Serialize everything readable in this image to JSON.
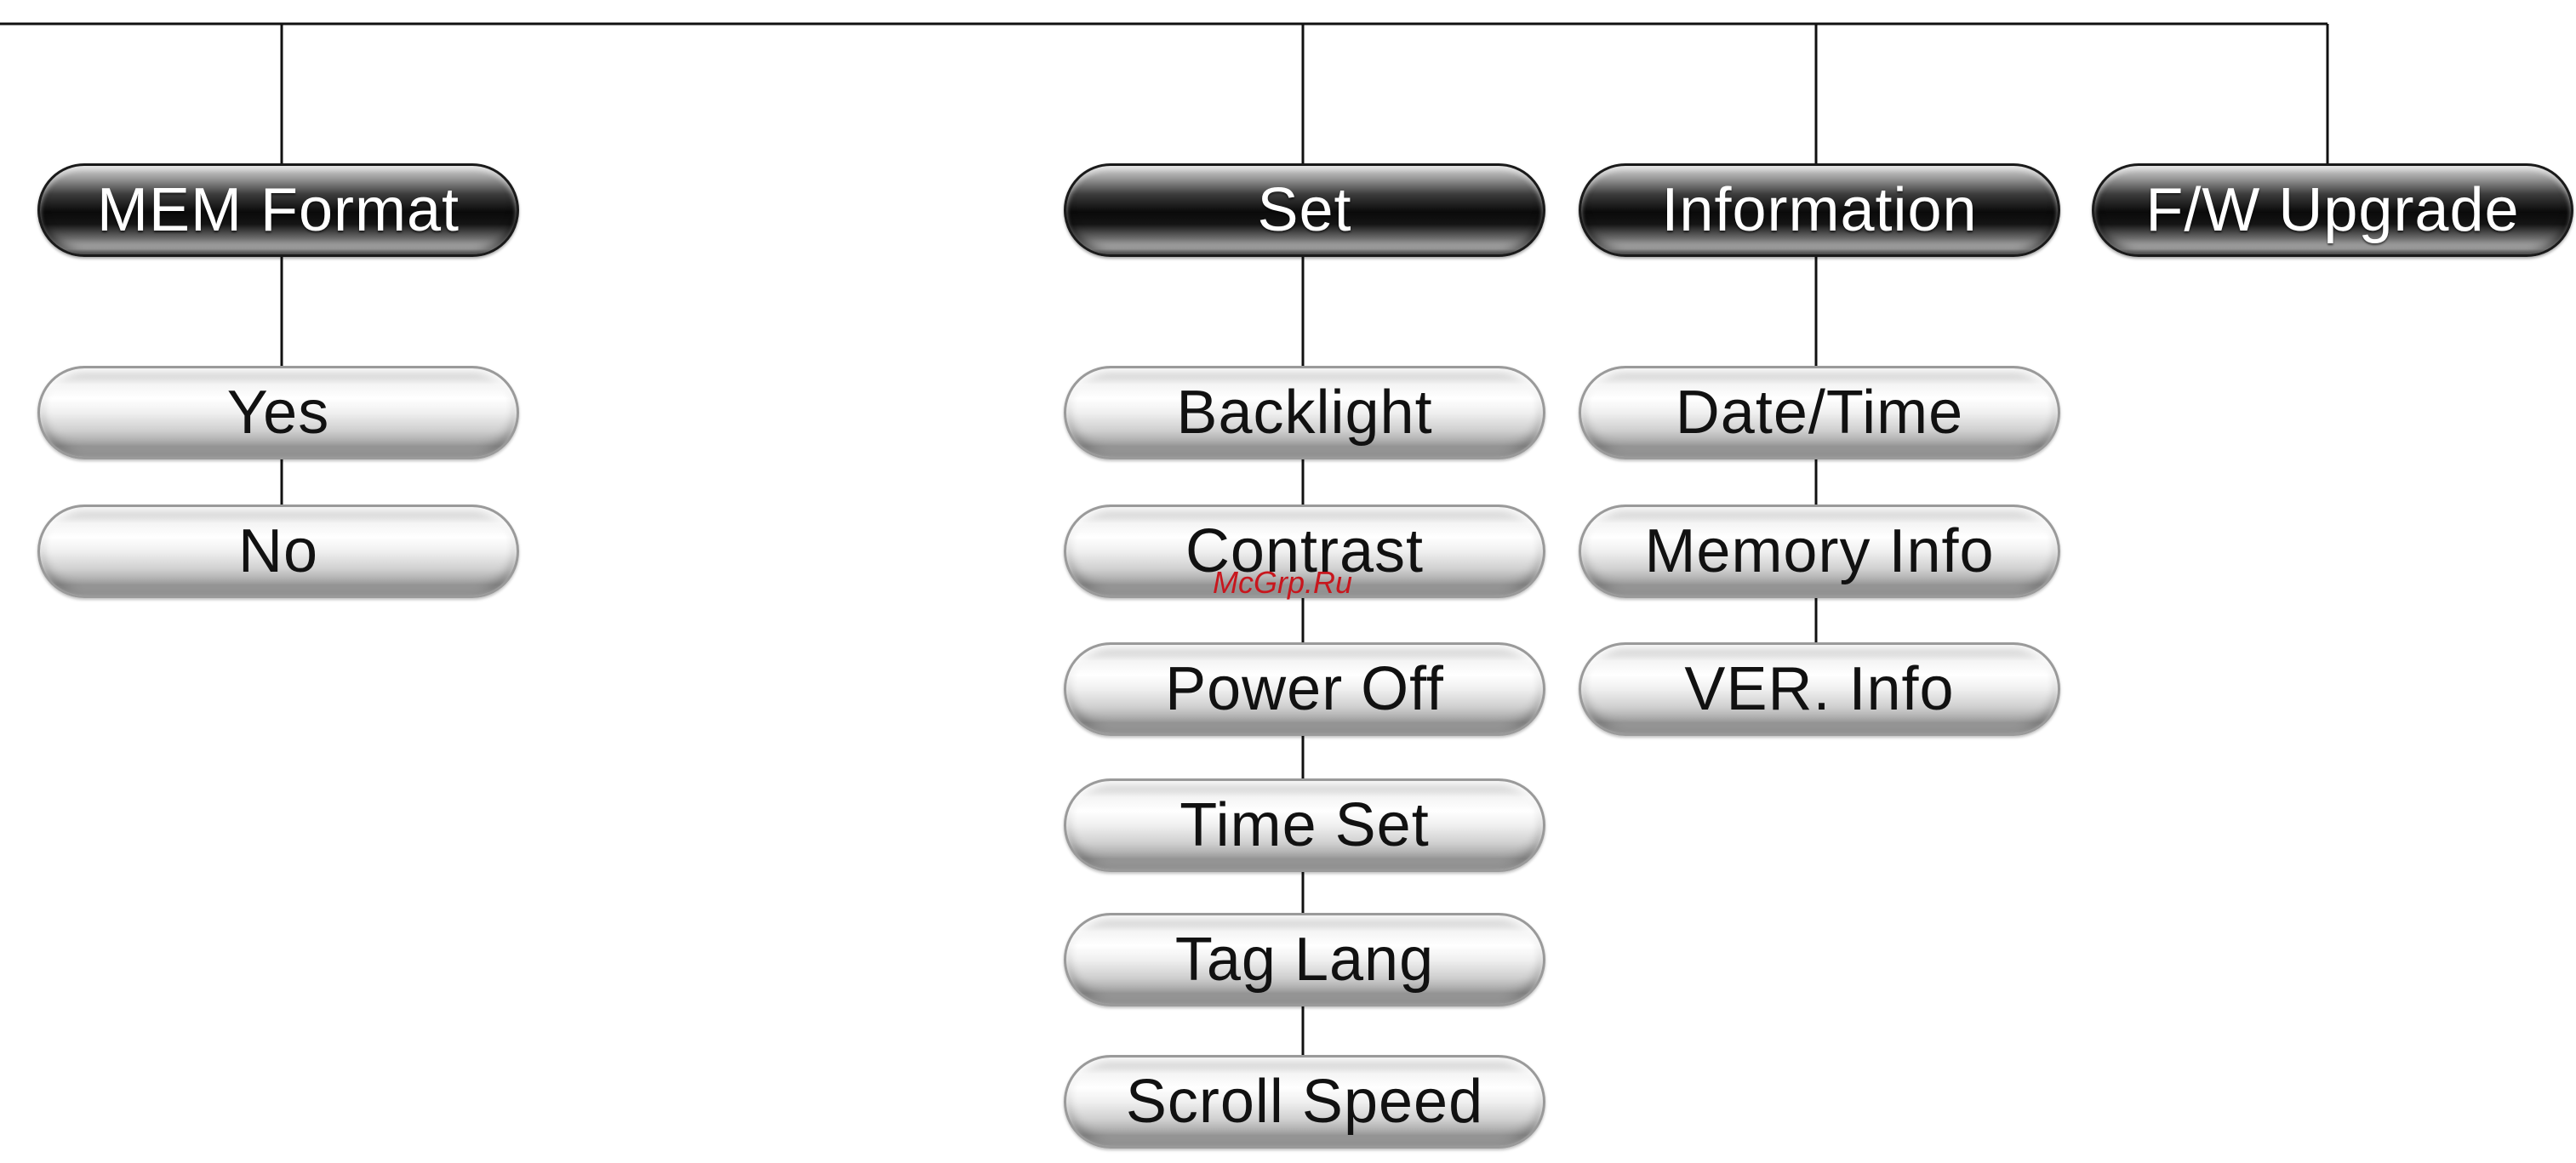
{
  "top_menu": [
    {
      "label": "MEM Format",
      "children": [
        "Yes",
        "No"
      ]
    },
    {
      "label": "Set",
      "children": [
        "Backlight",
        "Contrast",
        "Power Off",
        "Time Set",
        "Tag Lang",
        "Scroll Speed"
      ]
    },
    {
      "label": "Information",
      "children": [
        "Date/Time",
        "Memory Info",
        "VER. Info"
      ]
    },
    {
      "label": "F/W Upgrade",
      "children": []
    }
  ],
  "watermark": "McGrp.Ru",
  "colors": {
    "line": "#111111",
    "watermark": "#c8161d",
    "dark_pill_text": "#ffffff",
    "light_pill_text": "#111111"
  }
}
